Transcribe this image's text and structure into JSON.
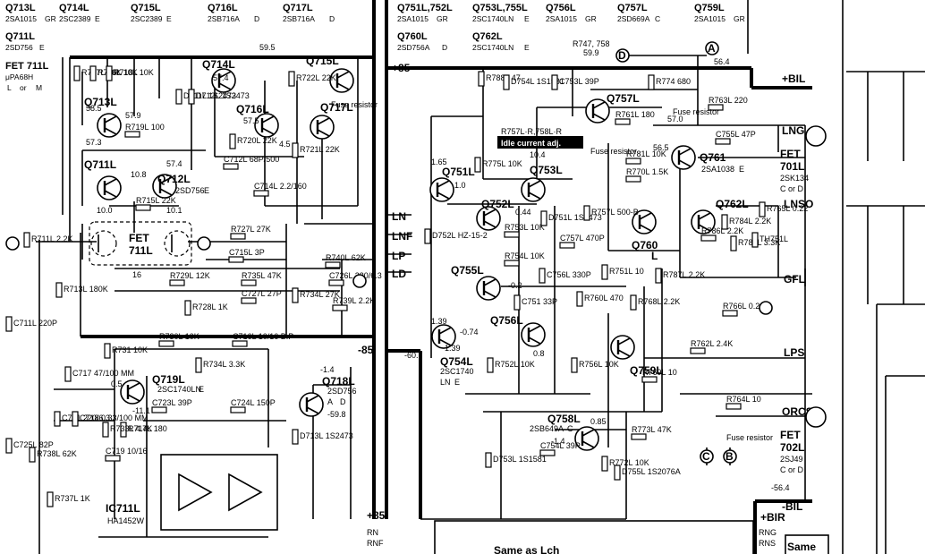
{
  "header": {
    "col1": [
      {
        "ref": "Q713L",
        "part": "2SA1015",
        "grade": "GR"
      },
      {
        "ref": "Q711L",
        "part": "2SD756",
        "grade": "E"
      }
    ],
    "col2": {
      "ref": "Q714L",
      "part": "2SC2389",
      "grade": "E"
    },
    "col3": {
      "ref": "Q715L",
      "part": "2SC2389",
      "grade": "E"
    },
    "col4": {
      "ref": "Q716L",
      "part": "2SB716A",
      "grade": "D"
    },
    "col5": {
      "ref": "Q717L",
      "part": "2SB716A",
      "grade": "D"
    },
    "col6": [
      {
        "ref": "Q751L,752L",
        "part": "2SA1015",
        "grade": "GR"
      },
      {
        "ref": "Q760L",
        "part": "2SD756A",
        "grade": "D"
      }
    ],
    "col7": [
      {
        "ref": "Q753L,755L",
        "part": "2SC1740LN",
        "grade": "E"
      },
      {
        "ref": "Q762L",
        "part": "2SC1740LN",
        "grade": "E"
      }
    ],
    "col8": {
      "ref": "Q756L",
      "part": "2SA1015",
      "grade": "GR"
    },
    "col9": {
      "ref": "Q757L",
      "part": "2SD669A",
      "grade": "C"
    },
    "col10": {
      "ref": "Q759L",
      "part": "2SA1015",
      "grade": "GR"
    },
    "fet711": {
      "ref": "FET 711L",
      "part": "μPA68H",
      "grade1": "L",
      "grade_sep": "or",
      "grade2": "M"
    }
  },
  "transistors": [
    {
      "id": "Q713L",
      "label": "Q713L"
    },
    {
      "id": "Q714L",
      "label": "Q714L"
    },
    {
      "id": "Q715L",
      "label": "Q715L"
    },
    {
      "id": "Q716L",
      "label": "Q716L"
    },
    {
      "id": "Q717L",
      "label": "Q717L"
    },
    {
      "id": "Q711L",
      "label": "Q711L"
    },
    {
      "id": "Q712L",
      "label": "Q712L"
    },
    {
      "id": "Q719L",
      "label": "Q719L"
    },
    {
      "id": "Q718L",
      "label": "Q718L"
    },
    {
      "id": "Q751L",
      "label": "Q751L"
    },
    {
      "id": "Q752L",
      "label": "Q752L"
    },
    {
      "id": "Q753L",
      "label": "Q753L"
    },
    {
      "id": "Q754L",
      "label": "Q754L"
    },
    {
      "id": "Q755L",
      "label": "Q755L"
    },
    {
      "id": "Q756L",
      "label": "Q756L"
    },
    {
      "id": "Q757L",
      "label": "Q757L"
    },
    {
      "id": "Q758L",
      "label": "Q758L"
    },
    {
      "id": "Q759L",
      "label": "Q759L"
    },
    {
      "id": "Q760L",
      "label": "Q760"
    },
    {
      "id": "Q761L",
      "label": "Q761"
    },
    {
      "id": "Q762L",
      "label": "Q762L"
    }
  ],
  "labels": {
    "q712_part": "2SD756",
    "q712_grade": "E",
    "q719_part": "2SC1740LN",
    "q719_grade": "E",
    "q718_part": "2SD756",
    "q718_grade": "A",
    "q718_grade2": "D",
    "q754_part": "2SC1740",
    "q754_grade1": "LN",
    "q754_grade2": "E",
    "q758_part": "2SB649A",
    "q758_grade": "C",
    "q761_part": "2SA1038",
    "q761_grade": "E",
    "q760_suffix": "L",
    "fet_center_1": "FET",
    "fet_center_2": "711L",
    "fet701_1": "FET",
    "fet701_2": "701L",
    "fet701_part": "2SK134",
    "fet701_grade": "C or D",
    "fet702_1": "FET",
    "fet702_2": "702L",
    "fet702_part": "2SJ49",
    "fet702_grade": "C or D",
    "ic_ref": "IC711L",
    "ic_part": "HA1452W",
    "idle": "Idle current adj.",
    "r757": "R757L·R,758L·R",
    "r747": "R747, 758",
    "r747v": "59.9",
    "fuse1": "Fuse resistor",
    "fuse2": "Fuse resistor",
    "fuse3": "Fuse resistor",
    "fuse4": "Fuse resistor",
    "bil": "+BIL",
    "bil2": "-BIL",
    "b85": "+85",
    "bm85": "-85",
    "b85b": "+85",
    "b56": "56.4",
    "bm56": "-56.4",
    "node_a": "A",
    "node_b": "B",
    "node_c": "C",
    "node_d": "D",
    "lng": "LNG",
    "lns": "LNSO",
    "lps": "LPS",
    "gfl": "GFL",
    "ln": "LN",
    "lnf": "LNF",
    "lp": "LP",
    "ld": "LD",
    "orcs": "ORCS",
    "same": "Same as Lch",
    "same2": "Same",
    "bir": "+BIR",
    "rng": "RNG",
    "rns": "RNS",
    "rnf": "RNF",
    "rn": "RN"
  },
  "components": {
    "r717": "R717L 10K",
    "r736": "R736L 10K",
    "r718": "R718L 10K",
    "r719": "R719L 100",
    "r720": "R720L 22K",
    "r721": "R721L 22K",
    "r722": "R722L 22K",
    "r715": "R715L 22K",
    "r711": "R711L 2.2K",
    "r713": "R713L 180K",
    "r727": "R727L 27K",
    "r729": "R729L 12K",
    "r728": "R728L 1K",
    "r735": "R735L 47K",
    "r740": "R740L 62K",
    "r734": "R734L 27K",
    "r739": "R739L 2.2K",
    "r731": "R731 10K",
    "r730": "R730L 10K",
    "r734b": "R734L 3.3K",
    "r714": "R714L 180",
    "r733": "R733L 4.7K",
    "r737": "R737L 1K",
    "r738": "R738L 62K",
    "c712": "C712L 68P/500",
    "c714": "C714L 2.2/160",
    "c715": "C715L 3P",
    "c727": "C727L 27P",
    "c726": "C726L 220/6.3",
    "c711": "C711L 220P",
    "c717": "C717 47/100 MM",
    "c716": "C716L 10/16 B.P",
    "c723": "C723L 39P",
    "c724": "C724L 150P",
    "c719": "C719 10/16",
    "c725": "C725L 82P",
    "c721": "C721 220/6.3",
    "c718": "C718 0.33/100 MM",
    "d711": "D711L 1S2473",
    "d712": "D712L 1S2473",
    "d713": "D713L 1S2473",
    "r788": "R788L 47",
    "d754": "D754L 1S1581",
    "c753": "C753L 39P",
    "r775": "R775L 10K",
    "r753": "R753L 10K",
    "r754": "R754L 10K",
    "r752": "R752L 10K",
    "d751": "D751L 1S2473",
    "d752": "D752L HZ-15-2",
    "c757": "C757L 470P",
    "c756": "C756L 330P",
    "c751": "C751 33P",
    "r757v": "R757L 500-B",
    "r761": "R761L 180",
    "r781": "R781L 10K",
    "r770": "R770L 1.5K",
    "r774": "R774 680",
    "r763": "R763L 220",
    "c755": "C755L 47P",
    "r786": "R786L 2.2K",
    "r784": "R784L 2.2K",
    "r785": "R785L 3.3K",
    "th751": "TH751L",
    "r765": "R765L 0.22",
    "r766": "R766L 0.22",
    "r762": "R762L 2.4K",
    "r769": "R769L 10",
    "r764": "R764L 10",
    "r756": "R756L 10K",
    "r768": "R768L 2.2K",
    "r760": "R760L 470",
    "d753": "D753L 1S1581",
    "c754": "C754L 39P",
    "r773": "R773L 47K",
    "r772": "R772L 10K",
    "d755": "D755L 1S2076A",
    "r751": "R751L 10",
    "r787": "R787L 2.2K"
  },
  "voltages": {
    "v595": "59.5",
    "v585": "58.5",
    "v579": "57.9",
    "v573": "57.3",
    "v574a": "57.4",
    "v575": "57.5",
    "v45": "4.5",
    "v574b": "57.4",
    "v108": "10.8",
    "v100": "10.0",
    "v101": "10.1",
    "v16": "16",
    "v05": "0.5",
    "v111": "-11.1",
    "v14": "-1.4",
    "v598": "-59.8",
    "v607": "-60.7",
    "v165": "1.65",
    "v10": "1.0",
    "v104": "10.4",
    "v044": "0.44",
    "v02": "-0.2",
    "v074": "-0.74",
    "v139": "-1.39",
    "v08": "0.8",
    "v570": "57.0",
    "v565": "56.5",
    "v085": "0.85",
    "v14b": "-1.4",
    "v139b": "1.39"
  }
}
